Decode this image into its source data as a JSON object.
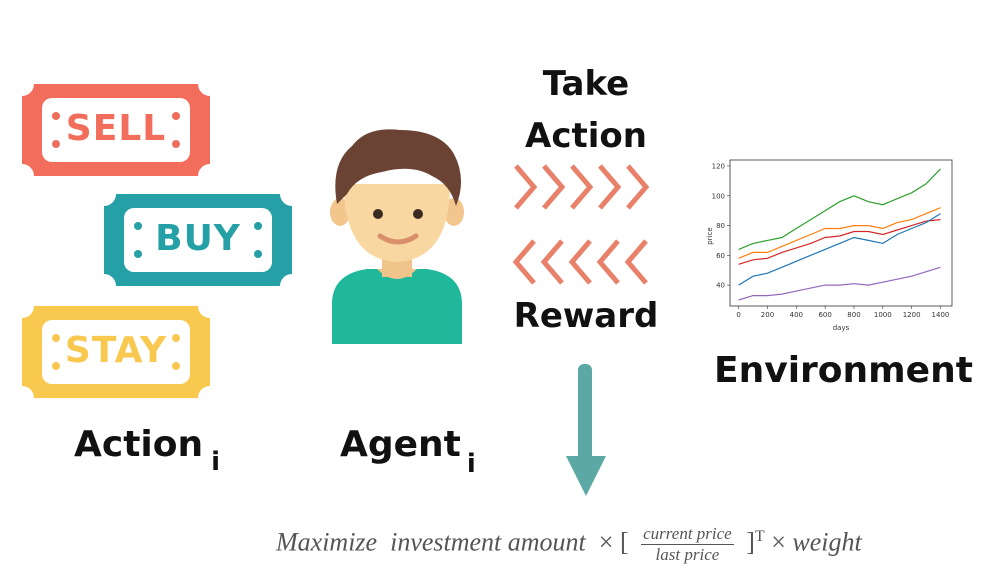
{
  "tickets": [
    {
      "label": "SELL",
      "color": "#f26d5b"
    },
    {
      "label": "BUY",
      "color": "#26a0a7"
    },
    {
      "label": "STAY",
      "color": "#f9c84f"
    }
  ],
  "labels": {
    "action": "Action",
    "action_sub": "i",
    "agent": "Agent",
    "agent_sub": "i",
    "take": "Take",
    "take2": "Action",
    "reward": "Reward",
    "environment": "Environment"
  },
  "formula": {
    "maximize": "Maximize",
    "investment": "investment amount",
    "times1": "×",
    "open": "[",
    "numerator": "current price",
    "denominator": "last price",
    "close": "]",
    "sup": "T",
    "times2": "×",
    "weight": "weight"
  },
  "colors": {
    "arrow_chevron": "#e8806a",
    "down_arrow": "#5ba8a4",
    "agent_shirt": "#1fb89a",
    "agent_hair": "#6b4335",
    "agent_skin": "#f8d7a0"
  },
  "chart_data": {
    "type": "line",
    "x": [
      0,
      100,
      200,
      300,
      400,
      500,
      600,
      700,
      800,
      900,
      1000,
      1100,
      1200,
      1300,
      1400
    ],
    "series": [
      {
        "color": "#2ca02c",
        "values": [
          64,
          68,
          70,
          72,
          78,
          84,
          90,
          96,
          100,
          96,
          94,
          98,
          102,
          108,
          118
        ]
      },
      {
        "color": "#ff7f0e",
        "values": [
          58,
          62,
          62,
          66,
          70,
          74,
          78,
          78,
          80,
          80,
          78,
          82,
          84,
          88,
          92
        ]
      },
      {
        "color": "#d62728",
        "values": [
          54,
          57,
          58,
          62,
          65,
          68,
          72,
          73,
          76,
          76,
          74,
          77,
          80,
          83,
          84
        ]
      },
      {
        "color": "#1f77b4",
        "values": [
          40,
          46,
          48,
          52,
          56,
          60,
          64,
          68,
          72,
          70,
          68,
          74,
          78,
          82,
          88
        ]
      },
      {
        "color": "#9467bd",
        "values": [
          30,
          33,
          33,
          34,
          36,
          38,
          40,
          40,
          41,
          40,
          42,
          44,
          46,
          49,
          52
        ]
      }
    ],
    "xlabel": "days",
    "ylabel": "price",
    "xticks": [
      "0",
      "200",
      "400",
      "600",
      "800",
      "1000",
      "1200",
      "1400"
    ],
    "yticks": [
      "40",
      "60",
      "80",
      "100",
      "120"
    ],
    "xlim": [
      -60,
      1480
    ],
    "ylim": [
      26,
      124
    ]
  }
}
